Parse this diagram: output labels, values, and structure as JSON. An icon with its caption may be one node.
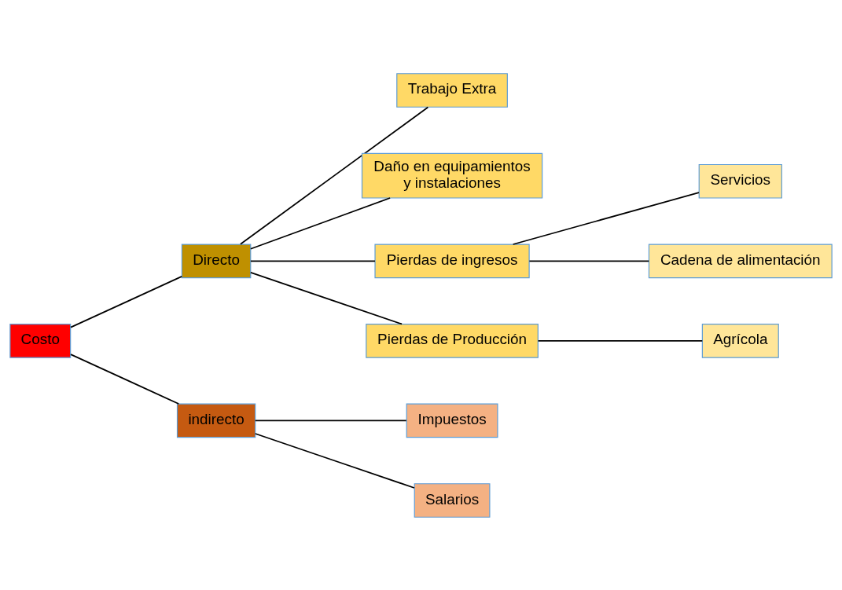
{
  "diagram": {
    "nodes": [
      {
        "text": [
          "Costo"
        ]
      },
      {
        "text": [
          "Directo"
        ]
      },
      {
        "text": [
          "indirecto"
        ]
      },
      {
        "text": [
          "Trabajo Extra"
        ]
      },
      {
        "text": [
          "Daño en equipamientos y instalaciones"
        ]
      },
      {
        "text": [
          "Pierdas de ingresos"
        ]
      },
      {
        "text": [
          "Pierdas de Producción"
        ]
      },
      {
        "text": [
          "Servicios"
        ]
      },
      {
        "text": [
          "Cadena de alimentación"
        ]
      },
      {
        "text": [
          "Agrícola"
        ]
      },
      {
        "text": [
          "Impuestos"
        ]
      },
      {
        "text": [
          "Salarios"
        ]
      }
    ],
    "edges": [
      {
        "from": 0,
        "to": 1,
        "arrow": "none"
      },
      {
        "from": 0,
        "to": 2,
        "arrow": "none"
      },
      {
        "from": 1,
        "to": 3,
        "arrow": "none"
      },
      {
        "from": 1,
        "to": 4,
        "arrow": "none"
      },
      {
        "from": 1,
        "to": 5,
        "arrow": "none"
      },
      {
        "from": 1,
        "to": 6,
        "arrow": "none"
      },
      {
        "from": 5,
        "to": 7,
        "arrow": "none"
      },
      {
        "from": 5,
        "to": 8,
        "arrow": "none"
      },
      {
        "from": 6,
        "to": 9,
        "arrow": "none"
      },
      {
        "from": 2,
        "to": 10,
        "arrow": "none"
      },
      {
        "from": 2,
        "to": 11,
        "arrow": "none"
      }
    ]
  }
}
